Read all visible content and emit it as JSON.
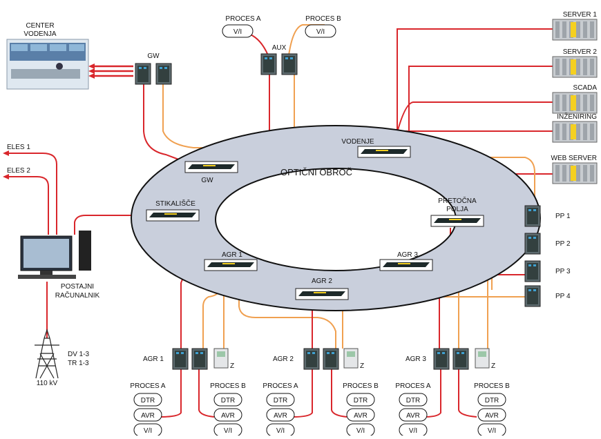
{
  "colors": {
    "red_link": "#d9262b",
    "orange_link": "#f0a050",
    "ring_fill": "#c9cfdc",
    "ring_stroke": "#111111",
    "switch_body": "#1e2a2a",
    "rack_body": "#c8ccd0",
    "rack_accent": "#f5d020"
  },
  "labels": {
    "center": [
      "CENTER",
      "VODENJA"
    ],
    "gw_top": "GW",
    "aux": "AUX",
    "proc_a_top": "PROCES A",
    "proc_b_top": "PROCES B",
    "vi": "V/I",
    "ring": "OPTIČNI OBROČ",
    "gw_ring": "GW",
    "vodenje": "VODENJE",
    "stikalisce": "STIKALIŠČE",
    "pretocna": [
      "PRETOČNA",
      "POLJA"
    ],
    "agr1": "AGR 1",
    "agr2": "AGR 2",
    "agr3": "AGR 3",
    "eles1": "ELES 1",
    "eles2": "ELES 2",
    "postajni": [
      "POSTAJNI",
      "RAČUNALNIK"
    ],
    "dv": [
      "DV 1-3",
      "TR 1-3"
    ],
    "kv": "110 kV",
    "z": "Z",
    "proces_a": "PROCES A",
    "proces_b": "PROCES B",
    "dtr": "DTR",
    "avr": "AVR"
  },
  "servers": [
    "SERVER 1",
    "SERVER 2",
    "SCADA",
    "INŽENIRING",
    "WEB SERVER"
  ],
  "pp": [
    "PP 1",
    "PP 2",
    "PP 3",
    "PP 4"
  ]
}
